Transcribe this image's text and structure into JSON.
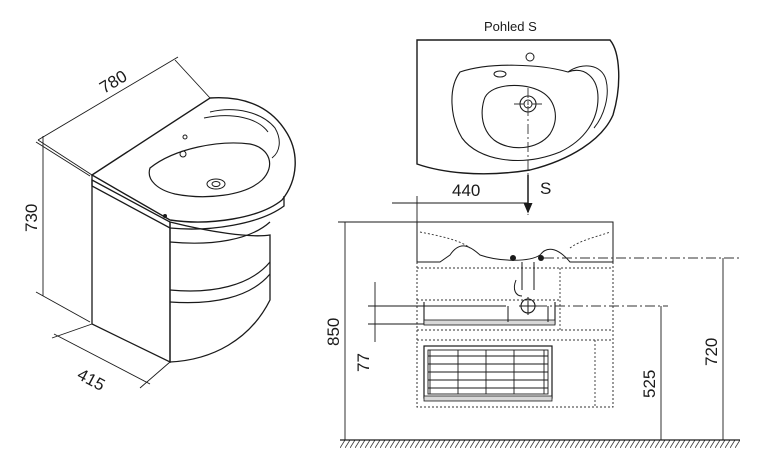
{
  "view_label": "Pohled S",
  "section_marker": "S",
  "dimensions": {
    "width": "780",
    "height": "730",
    "depth": "415",
    "offset": "440",
    "total_height": "850",
    "drawer_gap": "77",
    "siphon_height": "525",
    "basin_height": "720"
  },
  "colors": {
    "line": "#1a1a1a",
    "shade": "#d8d8d8",
    "background": "#ffffff"
  }
}
